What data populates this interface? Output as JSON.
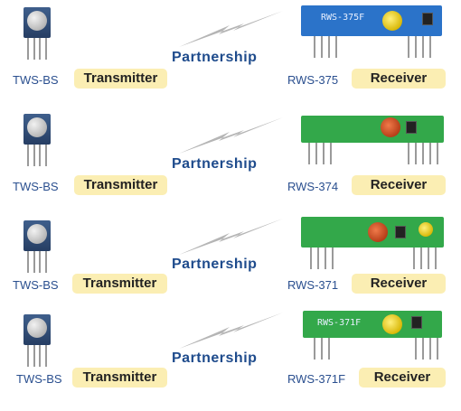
{
  "partnership_label": "Partnership",
  "rows": [
    {
      "transmitter_model": "TWS-BS",
      "transmitter_label": "Transmitter",
      "receiver_model": "RWS-375",
      "receiver_label": "Receiver",
      "board_print": "RWS-375F"
    },
    {
      "transmitter_model": "TWS-BS",
      "transmitter_label": "Transmitter",
      "receiver_model": "RWS-374",
      "receiver_label": "Receiver",
      "board_print": ""
    },
    {
      "transmitter_model": "TWS-BS",
      "transmitter_label": "Transmitter",
      "receiver_model": "RWS-371",
      "receiver_label": "Receiver",
      "board_print": ""
    },
    {
      "transmitter_model": "TWS-BS",
      "transmitter_label": "Transmitter",
      "receiver_model": "RWS-371F",
      "receiver_label": "Receiver",
      "board_print": "RWS-371F"
    }
  ],
  "colors": {
    "pill_background": "#fbeeb3",
    "model_text": "#2a4f8f",
    "partnership_text": "#1e4b8c",
    "bolt": "#b5b5b5",
    "receiver_board_blue": "#2b73c9",
    "receiver_board_green": "#33a84a"
  }
}
